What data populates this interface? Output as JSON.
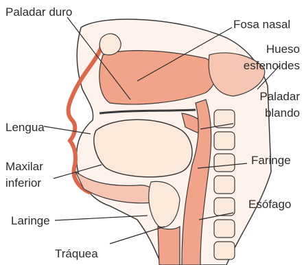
{
  "labels": {
    "paladar_duro": "Paladar duro",
    "fosa_nasal": "Fosa nasal",
    "hueso_1": "Hueso",
    "hueso_2": "esfenoides",
    "paladar_blando_1": "Paladar",
    "paladar_blando_2": "blando",
    "lengua": "Lengua",
    "faringe": "Faringe",
    "maxilar_1": "Maxilar",
    "maxilar_2": "inferior",
    "esofago": "Esófago",
    "laringe": "Laringe",
    "traquea": "Tráquea"
  },
  "colors": {
    "tissue": "#f2a48a",
    "tissue_light": "#f7c6b3",
    "outline": "#3a3a3a",
    "bone": "#fbe9dc",
    "leader": "#2b2b2b"
  }
}
